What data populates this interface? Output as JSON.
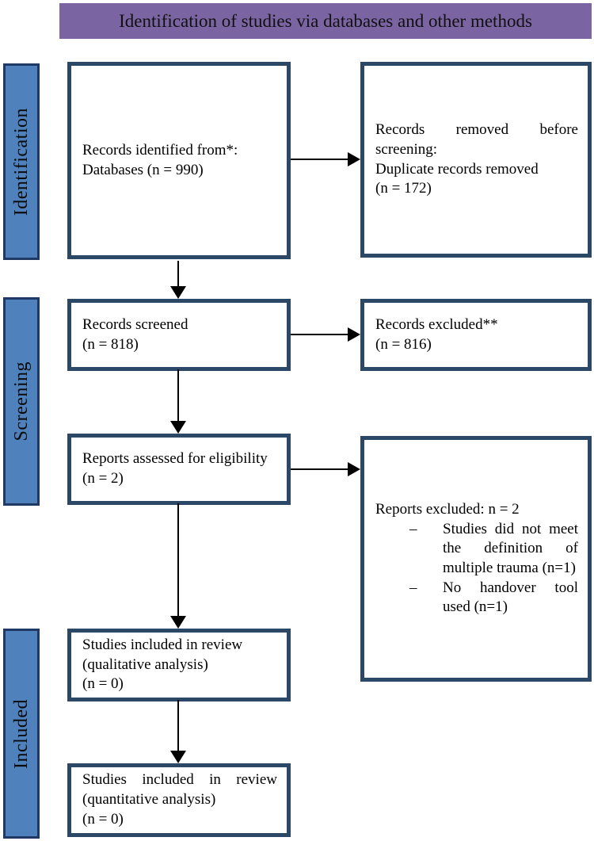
{
  "header": {
    "title": "Identification of studies via databases and other methods"
  },
  "sidebar": {
    "identification_label": "Identification",
    "screening_label": "Screening",
    "included_label": "Included"
  },
  "flow": {
    "records_identified": {
      "line1": "Records identified from*:",
      "line2": "Databases (n = 990)"
    },
    "records_removed": {
      "line1": "Records removed before",
      "line2": "screening:",
      "line3": "Duplicate records removed",
      "line4": "(n = 172)"
    },
    "records_screened": {
      "line1": "Records screened",
      "line2": "(n = 818)"
    },
    "records_excluded": {
      "line1": "Records excluded**",
      "line2": "(n = 816)"
    },
    "reports_assessed": {
      "line1": "Reports assessed for eligibility",
      "line2": "(n = 2)"
    },
    "reports_excluded": {
      "heading": "Reports excluded: n = 2",
      "items": [
        {
          "marker": "–",
          "text": "Studies did not meet the definition of multiple trauma (n=1)"
        },
        {
          "marker": "–",
          "text": "No handover tool used (n=1)"
        }
      ]
    },
    "included_qualitative": {
      "line1": "Studies included in review",
      "line2": "(qualitative analysis)",
      "line3": "(n = 0)"
    },
    "included_quantitative": {
      "line1": "Studies included in review",
      "line2": "(quantitative analysis)",
      "line3": "(n = 0)"
    }
  },
  "colors": {
    "header_bg": "#7b64a2",
    "stage_bg": "#4f81bd",
    "stage_border": "#1f3864",
    "box_border": "#2c4867",
    "arrow": "#000000",
    "text": "#000000"
  }
}
